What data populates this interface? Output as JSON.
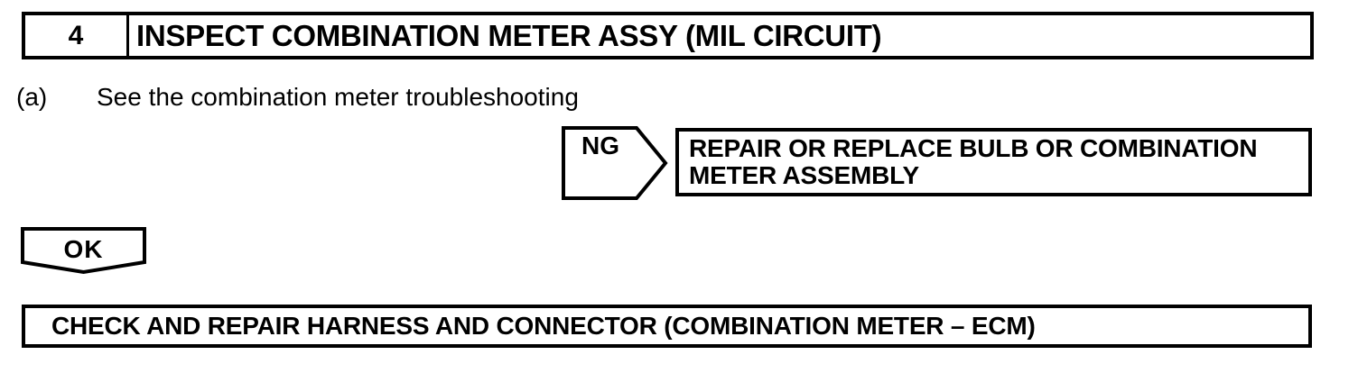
{
  "page": {
    "background": "#ffffff",
    "ink": "#000000"
  },
  "step_header": {
    "number": "4",
    "title": "INSPECT COMBINATION METER ASSY (MIL CIRCUIT)"
  },
  "instruction": {
    "marker": "(a)",
    "text": "See the combination meter troubleshooting"
  },
  "ng_branch": {
    "label": "NG",
    "action_lines": [
      "REPAIR OR REPLACE BULB OR COMBINATION",
      "METER ASSEMBLY"
    ]
  },
  "ok_branch": {
    "label": "OK"
  },
  "next_step": {
    "text": "CHECK AND REPAIR HARNESS AND CONNECTOR (COMBINATION METER – ECM)"
  }
}
